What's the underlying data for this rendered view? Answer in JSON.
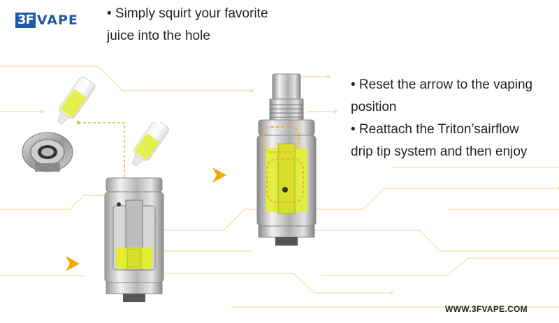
{
  "brand": {
    "logo_mark": "3F",
    "logo_text": "VAPE",
    "brand_color": "#1f5aa8"
  },
  "step_fill": {
    "bullet_1": "• Simply squirt your favorite",
    "bullet_1_cont": "juice into the hole"
  },
  "step_finish": {
    "bullet_1": "• Reset the arrow to the vaping",
    "bullet_1_cont": "position",
    "bullet_2": "• Reattach the Triton’sairflow",
    "bullet_2_cont": "drip tip system and then enjoy"
  },
  "footer": {
    "website": "WWW.3FVAPE.COM"
  },
  "colors": {
    "arrow": "#f5a60a",
    "juice": "#e2ee33",
    "dashed_guide": "#f0b030",
    "background_lines": "#f6e2b6"
  },
  "icons": [
    "next-arrow-icon",
    "next-arrow-icon"
  ]
}
